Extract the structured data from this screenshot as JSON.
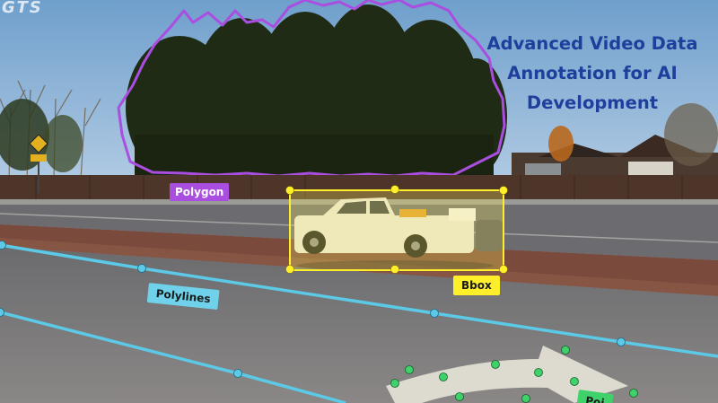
{
  "branding": {
    "logo_text": "GTS"
  },
  "headline": {
    "lines": [
      "Advanced Video Data",
      "Annotation for AI",
      "Development"
    ],
    "color": "#1f3f9c"
  },
  "annotation_labels": {
    "polygon": "Polygon",
    "bbox": "Bbox",
    "polylines": "Polylines",
    "points": "Poi"
  },
  "annotation_colors": {
    "polygon": "#a94ee0",
    "bbox": "#ffee2a",
    "polylines": "#6fd2ea",
    "points": "#3fd16a"
  }
}
